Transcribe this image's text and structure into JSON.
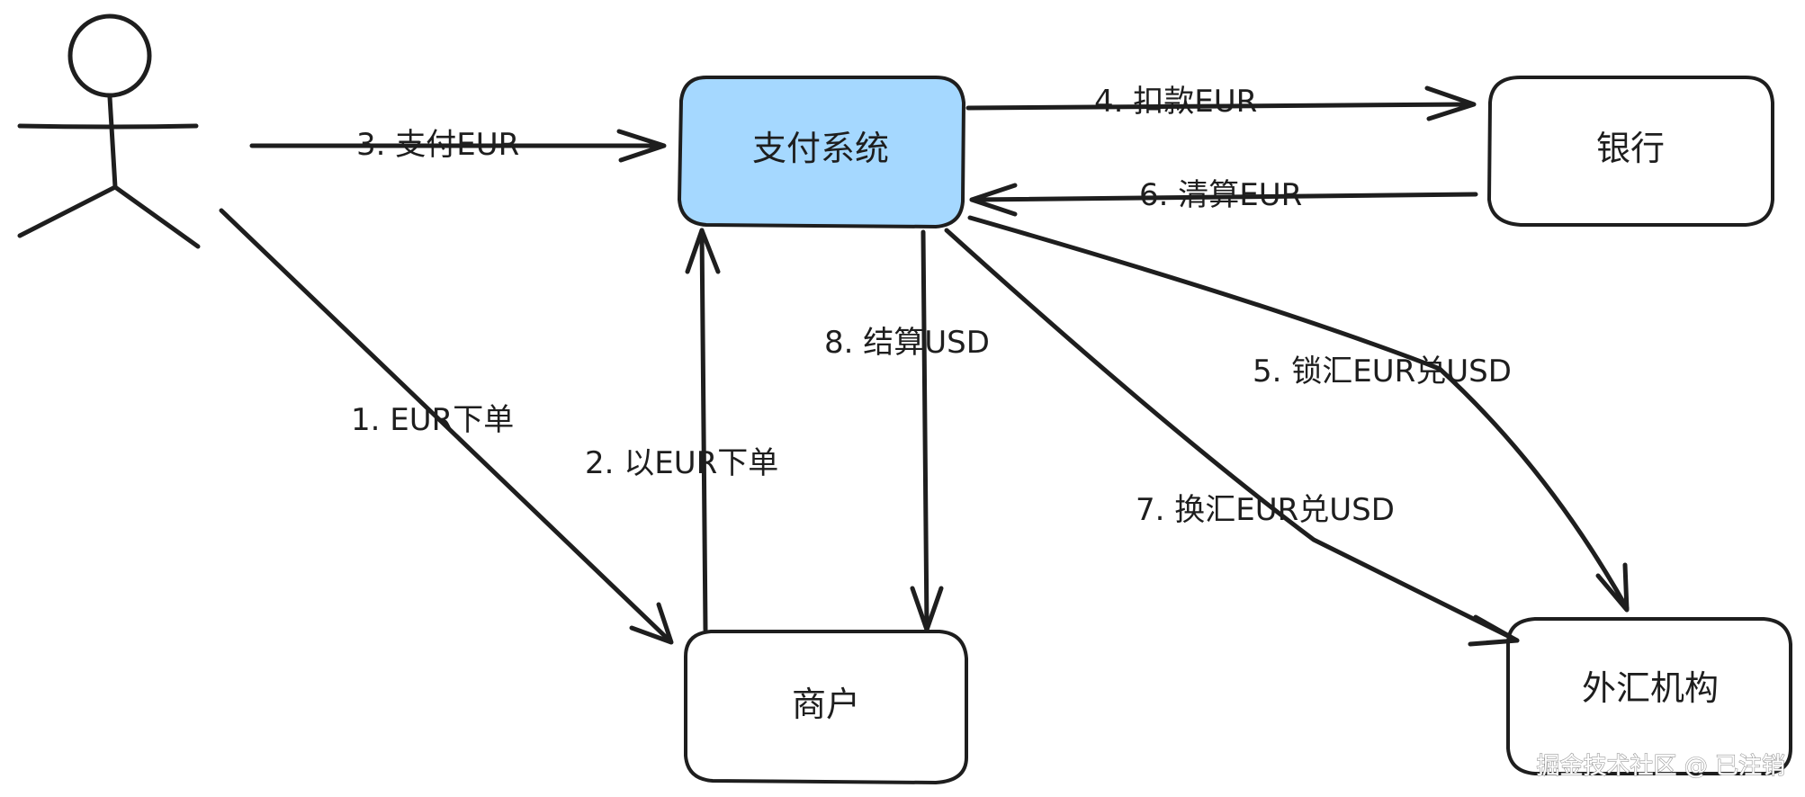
{
  "colors": {
    "stroke": "#1e1e1e",
    "payment_system_fill": "#a5d8ff",
    "box_fill": "#ffffff"
  },
  "nodes": {
    "customer": {
      "icon": "stick-figure-icon"
    },
    "payment_system": {
      "label": "支付系统"
    },
    "bank": {
      "label": "银行"
    },
    "merchant": {
      "label": "商户"
    },
    "fx_institution": {
      "label": "外汇机构"
    }
  },
  "edges": {
    "e1": {
      "label": "1. EUR下单"
    },
    "e2": {
      "label": "2. 以EUR下单"
    },
    "e3": {
      "label": "3. 支付EUR"
    },
    "e4": {
      "label": "4. 扣款EUR"
    },
    "e5": {
      "label": "5. 锁汇EUR兑USD"
    },
    "e6": {
      "label": "6. 清算EUR"
    },
    "e7": {
      "label": "7. 换汇EUR兑USD"
    },
    "e8": {
      "label": "8. 结算USD"
    }
  },
  "watermark": "掘金技术社区 @ 已注销"
}
